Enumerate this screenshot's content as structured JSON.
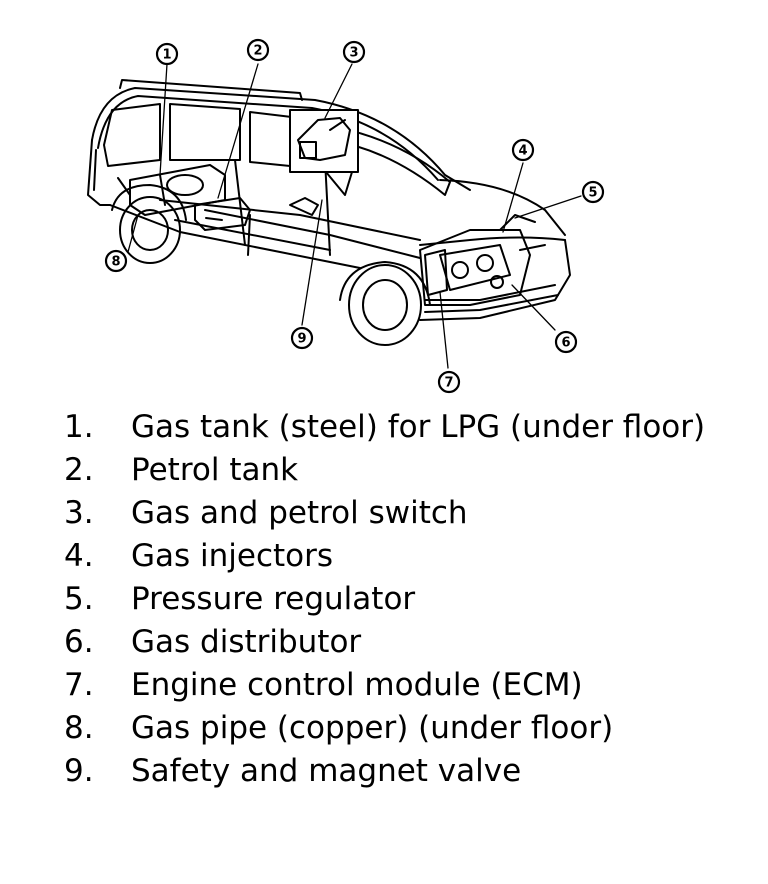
{
  "callouts": [
    "1",
    "2",
    "3",
    "4",
    "5",
    "6",
    "7",
    "8",
    "9"
  ],
  "legend": [
    {
      "num": "1.",
      "text": "Gas tank (steel) for LPG (under floor)"
    },
    {
      "num": "2.",
      "text": "Petrol tank"
    },
    {
      "num": "3.",
      "text": "Gas and petrol switch"
    },
    {
      "num": "4.",
      "text": "Gas injectors"
    },
    {
      "num": "5.",
      "text": "Pressure regulator"
    },
    {
      "num": "6.",
      "text": "Gas distributor"
    },
    {
      "num": "7.",
      "text": "Engine control module (ECM)"
    },
    {
      "num": "8.",
      "text": "Gas pipe (copper) (under floor)"
    },
    {
      "num": "9.",
      "text": "Safety and magnet valve"
    }
  ]
}
